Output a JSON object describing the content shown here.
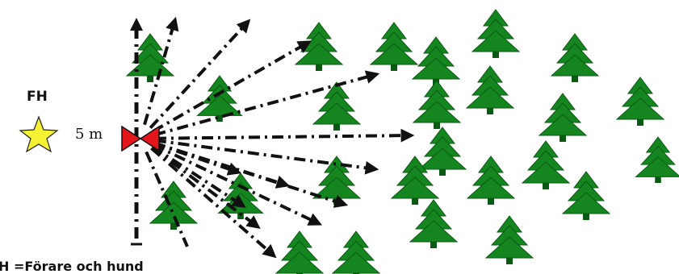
{
  "labels": {
    "handler_abbrev": "FH",
    "distance": "5 m",
    "legend": "H =Förare och hund"
  },
  "colors": {
    "tree": "#14851f",
    "tree_dark": "#0b5a13",
    "star": "#f5f233",
    "flag": "#e3161b",
    "arrow": "#111111"
  },
  "icons": {
    "handler": "star-icon",
    "start_marker": "bowtie-flag-icon",
    "tree": "spruce-tree-icon"
  }
}
